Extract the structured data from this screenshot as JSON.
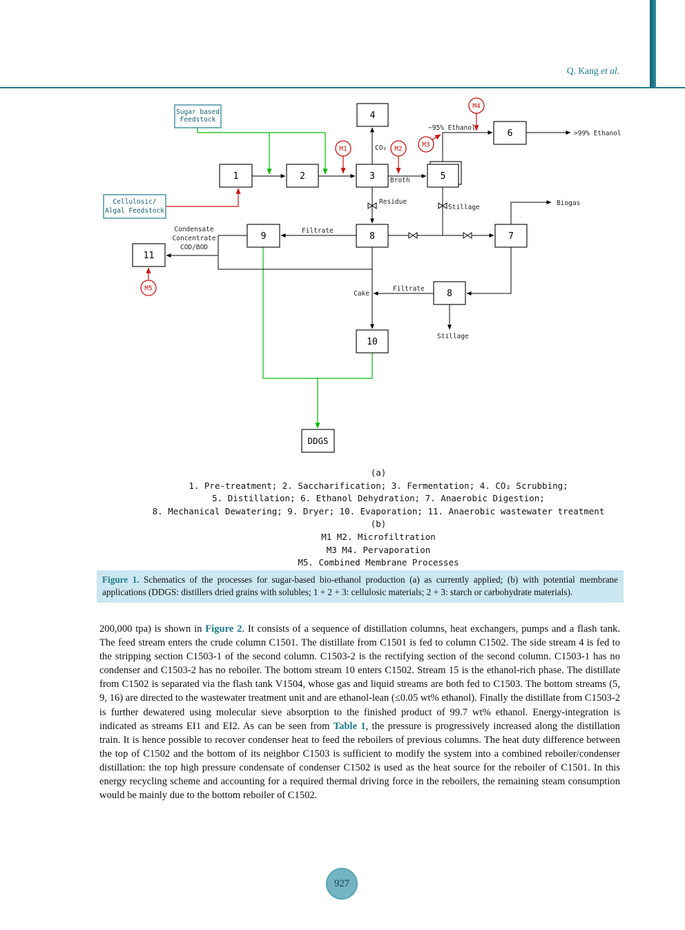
{
  "header": {
    "author": "Q. Kang ",
    "etal": "et al."
  },
  "colors": {
    "accent": "#1d7a8c",
    "stream_green": "#00bb00",
    "stream_red": "#cc1111",
    "caption_bg": "#cbe7f1"
  },
  "diagram": {
    "feedstocks": {
      "sugar": {
        "line1": "Sugar based",
        "line2": "Feedstock"
      },
      "cellulosic": {
        "line1": "Cellulosic/",
        "line2": "Algal Feedstock"
      }
    },
    "boxes": {
      "b1": "1",
      "b2": "2",
      "b3": "3",
      "b4": "4",
      "b5": "5",
      "b6": "6",
      "b7": "7",
      "b8a": "8",
      "b8b": "8",
      "b9": "9",
      "b10": "10",
      "b11": "11",
      "ddgs": "DDGS"
    },
    "membranes": {
      "m1": "M1",
      "m2": "M2",
      "m3": "M3",
      "m4": "M4",
      "m5": "M5"
    },
    "labels": {
      "co2": "CO₂",
      "broth": "Broth",
      "ethanol95": "~95% Ethanol",
      "ethanol99": ">99% Ethanol",
      "residue": "Residue",
      "stillage_top": "Stillage",
      "biogas": "Biogas",
      "filtrate_left": "Filtrate",
      "condensate1": "Condensate",
      "condensate2": "Concentrate",
      "condensate3": "COD/BOD",
      "cake": "Cake",
      "filtrate_right": "Filtrate",
      "stillage_bottom": "Stillage"
    }
  },
  "legend": {
    "a_label": "(a)",
    "a_lines": [
      "1. Pre-treatment; 2. Saccharification; 3. Fermentation; 4. CO₂ Scrubbing;",
      "5. Distillation; 6. Ethanol Dehydration; 7. Anaerobic Digestion;",
      "8. Mechanical Dewatering; 9. Dryer; 10. Evaporation; 11. Anaerobic wastewater treatment"
    ],
    "b_label": "(b)",
    "b_lines": [
      "M1 M2. Microfiltration",
      "M3 M4. Pervaporation",
      "M5. Combined Membrane Processes"
    ]
  },
  "caption": {
    "label": "Figure 1.",
    "text": " Schematics of the processes for sugar-based bio-ethanol production (a) as currently applied; (b) with potential membrane applications (DDGS: distillers dried grains with solubles; 1 + 2 + 3: cellulosic materials; 2 + 3: starch or carbohydrate materials)."
  },
  "body": {
    "p1": "200,000 tpa) is shown in ",
    "ref1": "Figure 2",
    "p2": ". It consists of a sequence of distillation columns, heat exchangers, pumps and a flash tank. The feed stream enters the crude column C1501. The distillate from C1501 is fed to column C1502. The side stream 4 is fed to the stripping section C1503-1 of the second column. C1503-2 is the rectifying section of the second column. C1503-1 has no condenser and C1503-2 has no reboiler. The bottom stream 10 enters C1502. Stream 15 is the ethanol-rich phase. The distillate from C1502 is separated via the flash tank V1504, whose gas and liquid streams are both fed to C1503. The bottom streams (5, 9, 16) are directed to the wastewater treatment unit and are ethanol-lean (≤0.05 wt% ethanol). Finally the distillate from C1503-2 is further dewatered using molecular sieve absorption to the finished product of 99.7 wt% ethanol. Energy-integration is indicated as streams EI1 and EI2. As can be seen from ",
    "ref2": "Table 1",
    "p3": ", the pressure is progressively increased along the distillation train. It is hence possible to recover condenser heat to feed the reboilers of previous columns. The heat duty difference between the top of C1502 and the bottom of its neighbor C1503 is sufficient to modify the system into a combined reboiler/condenser distillation: the top high pressure condensate of condenser C1502 is used as the heat source for the reboiler of C1501. In this energy recycling scheme and accounting for a required thermal driving force in the reboilers, the remaining steam consumption would be mainly due to the bottom reboiler of C1502."
  },
  "footer": {
    "page_number": "927"
  }
}
